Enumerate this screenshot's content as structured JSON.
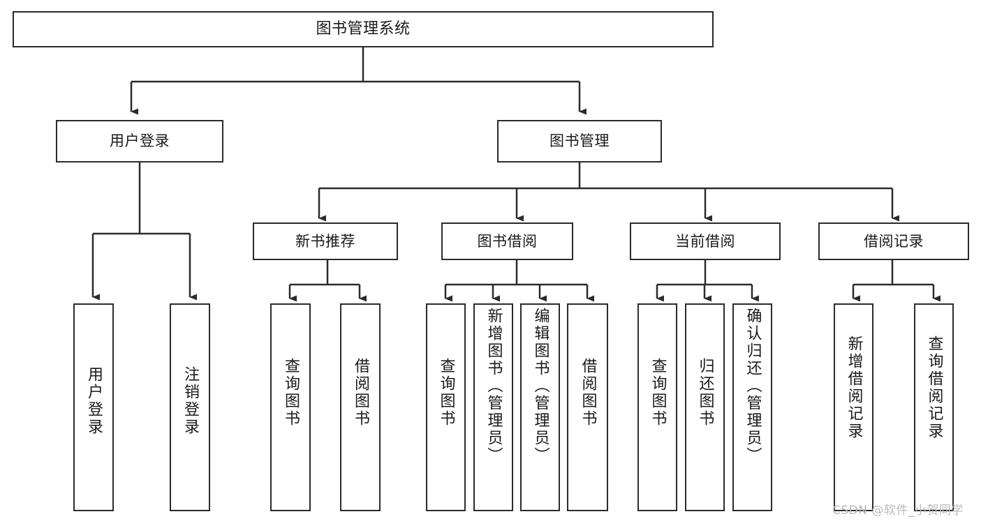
{
  "diagram": {
    "type": "tree-hierarchy",
    "title": "图书管理系统",
    "orientation": "top-down",
    "colors": {
      "box_border": "#2b2b2b",
      "box_fill": "#ffffff",
      "edge": "#2b2b2b",
      "text": "#1a1a1a",
      "watermark": "#b9b9b9",
      "background": "#ffffff"
    }
  },
  "root": {
    "label": "图书管理系统"
  },
  "level1": [
    {
      "label": "用户登录"
    },
    {
      "label": "图书管理"
    }
  ],
  "level2": [
    {
      "label": "新书推荐"
    },
    {
      "label": "图书借阅"
    },
    {
      "label": "当前借阅"
    },
    {
      "label": "借阅记录"
    }
  ],
  "leaves": {
    "user_login": [
      {
        "label": "用户登录"
      },
      {
        "label": "注销登录"
      }
    ],
    "new_book_recommend": [
      {
        "label": "查询图书"
      },
      {
        "label": "借阅图书"
      }
    ],
    "book_borrow": [
      {
        "label": "查询图书"
      },
      {
        "label": "新增图书（管理员）"
      },
      {
        "label": "编辑图书（管理员）"
      },
      {
        "label": "借阅图书"
      }
    ],
    "current_borrow": [
      {
        "label": "查询图书"
      },
      {
        "label": "归还图书"
      },
      {
        "label": "确认归还（管理员）"
      }
    ],
    "borrow_record": [
      {
        "label": "新增借阅记录"
      },
      {
        "label": "查询借阅记录"
      }
    ]
  },
  "watermark": {
    "text": "CSDN @软件_小贺同学"
  }
}
